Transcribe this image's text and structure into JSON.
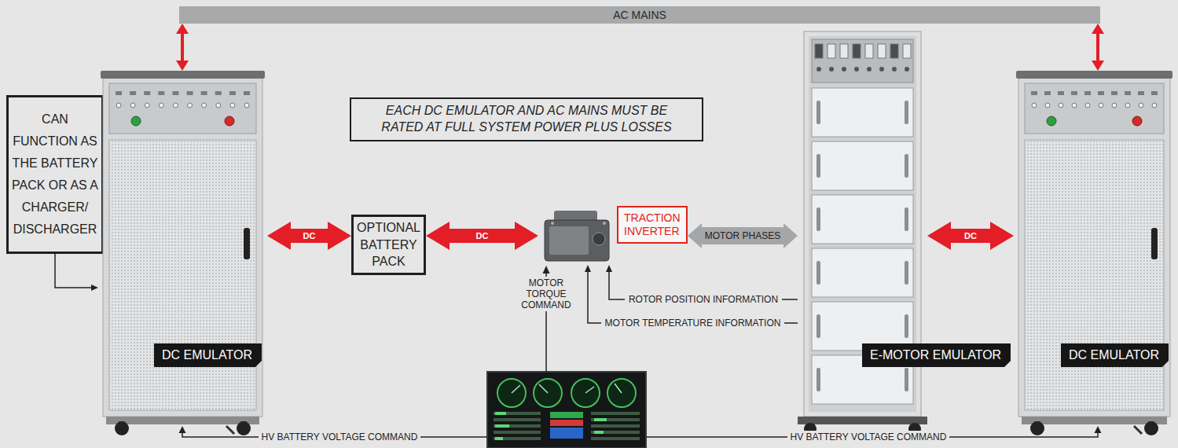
{
  "diagram": {
    "nodes": [
      {
        "text": [
          "AC MAINS"
        ]
      },
      {
        "text": [
          "CAN FUNCTION AS THE BATTERY PACK OR AS A CHARGER/ DISCHARGER"
        ]
      },
      {
        "text": [
          "DC EMULATOR"
        ]
      },
      {
        "text": [
          "EACH DC EMULATOR AND AC MAINS MUST BE RATED AT FULL SYSTEM POWER PLUS LOSSES"
        ]
      },
      {
        "text": [
          "OPTIONAL BATTERY PACK"
        ]
      },
      {
        "text": [
          "TRACTION INVERTER"
        ]
      },
      {
        "text": [
          "E-MOTOR EMULATOR"
        ]
      },
      {
        "text": [
          "DC EMULATOR"
        ]
      }
    ],
    "edges": [
      {
        "from": 0,
        "to": 2,
        "arrow": "both"
      },
      {
        "from": 0,
        "to": 7,
        "arrow": "both"
      },
      {
        "from": 1,
        "to": 2,
        "arrow": "to"
      },
      {
        "from": 2,
        "to": 4,
        "label": "DC",
        "arrow": "both"
      },
      {
        "from": 4,
        "to": 5,
        "label": "DC",
        "arrow": "both"
      },
      {
        "from": 5,
        "to": 6,
        "label": "MOTOR PHASES",
        "arrow": "both"
      },
      {
        "from": 6,
        "to": 7,
        "label": "DC",
        "arrow": "both"
      },
      {
        "from": 6,
        "to": 5,
        "label": "ROTOR POSITION INFORMATION",
        "arrow": "to"
      },
      {
        "from": 6,
        "to": 5,
        "label": "MOTOR TEMPERATURE INFORMATION",
        "arrow": "to"
      }
    ],
    "labels": [
      "MOTOR TORQUE COMMAND",
      "HV BATTERY VOLTAGE COMMAND",
      "HV BATTERY VOLTAGE COMMAND"
    ]
  }
}
